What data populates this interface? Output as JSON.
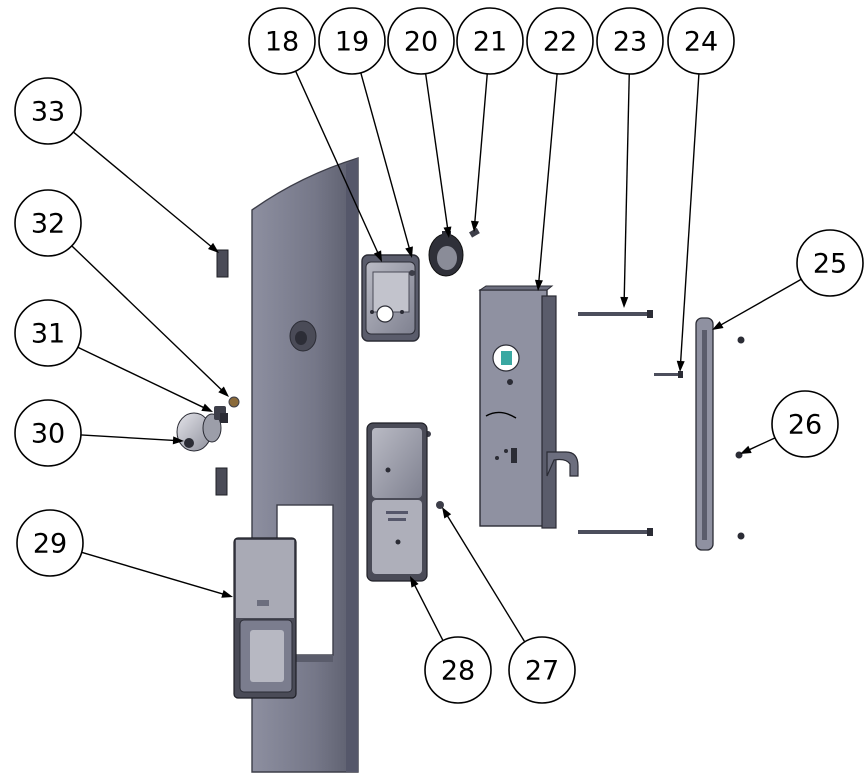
{
  "diagram": {
    "type": "exploded-assembly",
    "balloon_labels": [
      "18",
      "19",
      "20",
      "21",
      "22",
      "23",
      "24",
      "25",
      "26",
      "27",
      "28",
      "29",
      "30",
      "31",
      "32",
      "33"
    ]
  },
  "colors": {
    "panel": "#7b7d8e",
    "panel_dark": "#4c4e5c",
    "part_light": "#a6a7b3",
    "part_dark": "#3d3e49",
    "line": "#000000"
  }
}
